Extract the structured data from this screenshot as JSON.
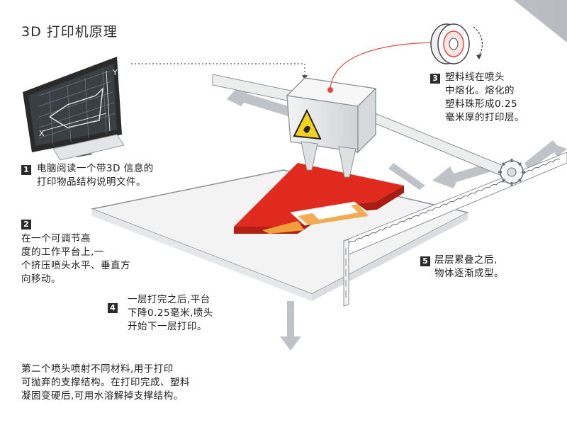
{
  "title": "3D 打印机原理",
  "steps": [
    {
      "num": "1",
      "text": "电脑阅读一个带3D 信息的\n打印物品结构说明文件。"
    },
    {
      "num": "2",
      "text": "在一个可调节高\n度的工作平台上,一\n个挤压喷头水平、垂直方\n向移动。"
    },
    {
      "num": "3",
      "text": "塑料线在喷头\n中熔化。熔化的\n塑料珠形成0.25\n毫米厚的打印层。"
    },
    {
      "num": "4",
      "text": "一层打完之后,平台\n下降0.25毫米,喷头\n开始下一层打印。"
    },
    {
      "num": "5",
      "text": "层层累叠之后,\n物体逐渐成型。"
    }
  ],
  "footer_note": "第二个喷头喷射不同材料,用于打印\n可抛弃的支撑结构。在打印完成、塑料\n凝固变硬后,可用水溶解掉支撑结构。",
  "monitor_axis_labels": {
    "y": "Y",
    "x": "X"
  },
  "colors": {
    "accent_red": "#e02a1e",
    "support_orange": "#f0a03a",
    "arrow_gray": "#b9bcc0",
    "panel": "#ffffff"
  },
  "icons": [
    "monitor-icon",
    "keyboard-icon",
    "filament-spool-icon",
    "warning-hot-icon",
    "gear-icon"
  ]
}
